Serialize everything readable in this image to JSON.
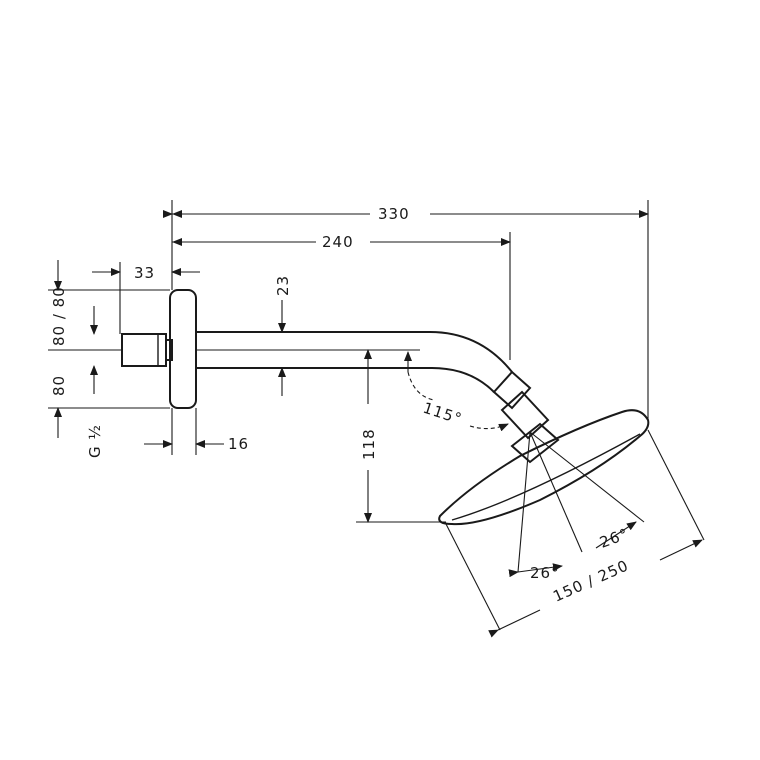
{
  "dimensions": {
    "total_length": "330",
    "arm_length": "240",
    "flange_depth": "33",
    "arm_diameter": "23",
    "flange_upper": "80 / 80",
    "flange_lower": "80",
    "thread": "G ½",
    "wall_gap": "16",
    "head_drop": "118",
    "arm_angle": "115°",
    "tilt_left": "26°",
    "tilt_right": "26°",
    "head_diameter": "150 / 250"
  }
}
